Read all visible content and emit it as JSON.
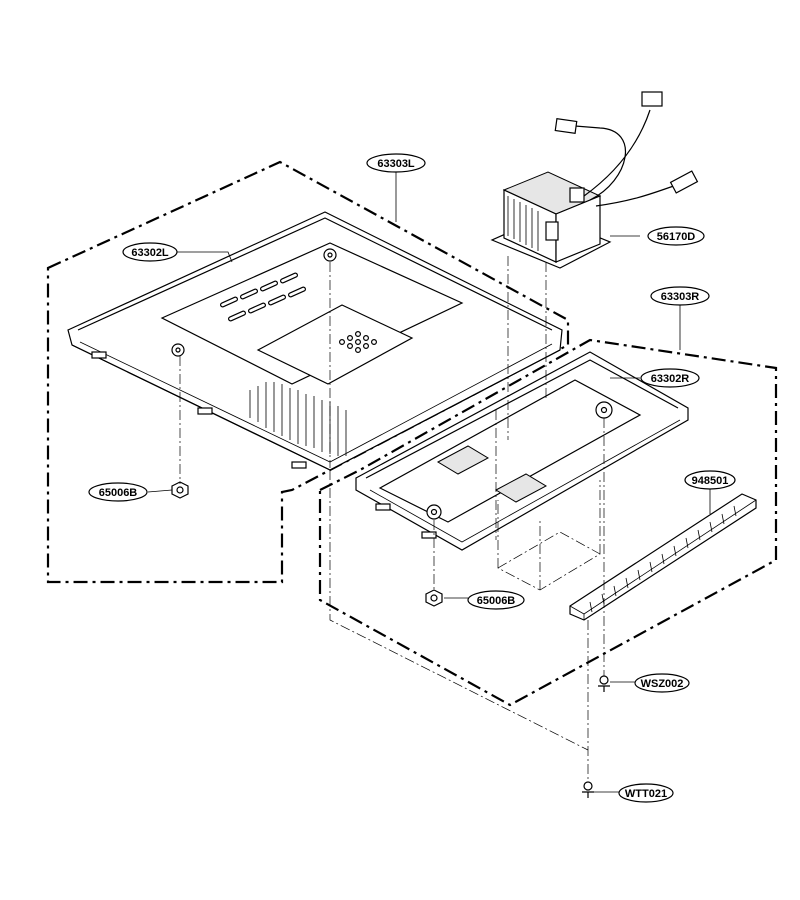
{
  "colors": {
    "line": "#000000",
    "background": "#ffffff"
  },
  "labels": {
    "p63303L": "63303L",
    "p63302L": "63302L",
    "p56170D": "56170D",
    "p63303R": "63303R",
    "p63302R": "63302R",
    "p948501": "948501",
    "p65006B_left": "65006B",
    "p65006B_right": "65006B",
    "pWSZ002": "WSZ002",
    "pWTT021": "WTT021"
  }
}
